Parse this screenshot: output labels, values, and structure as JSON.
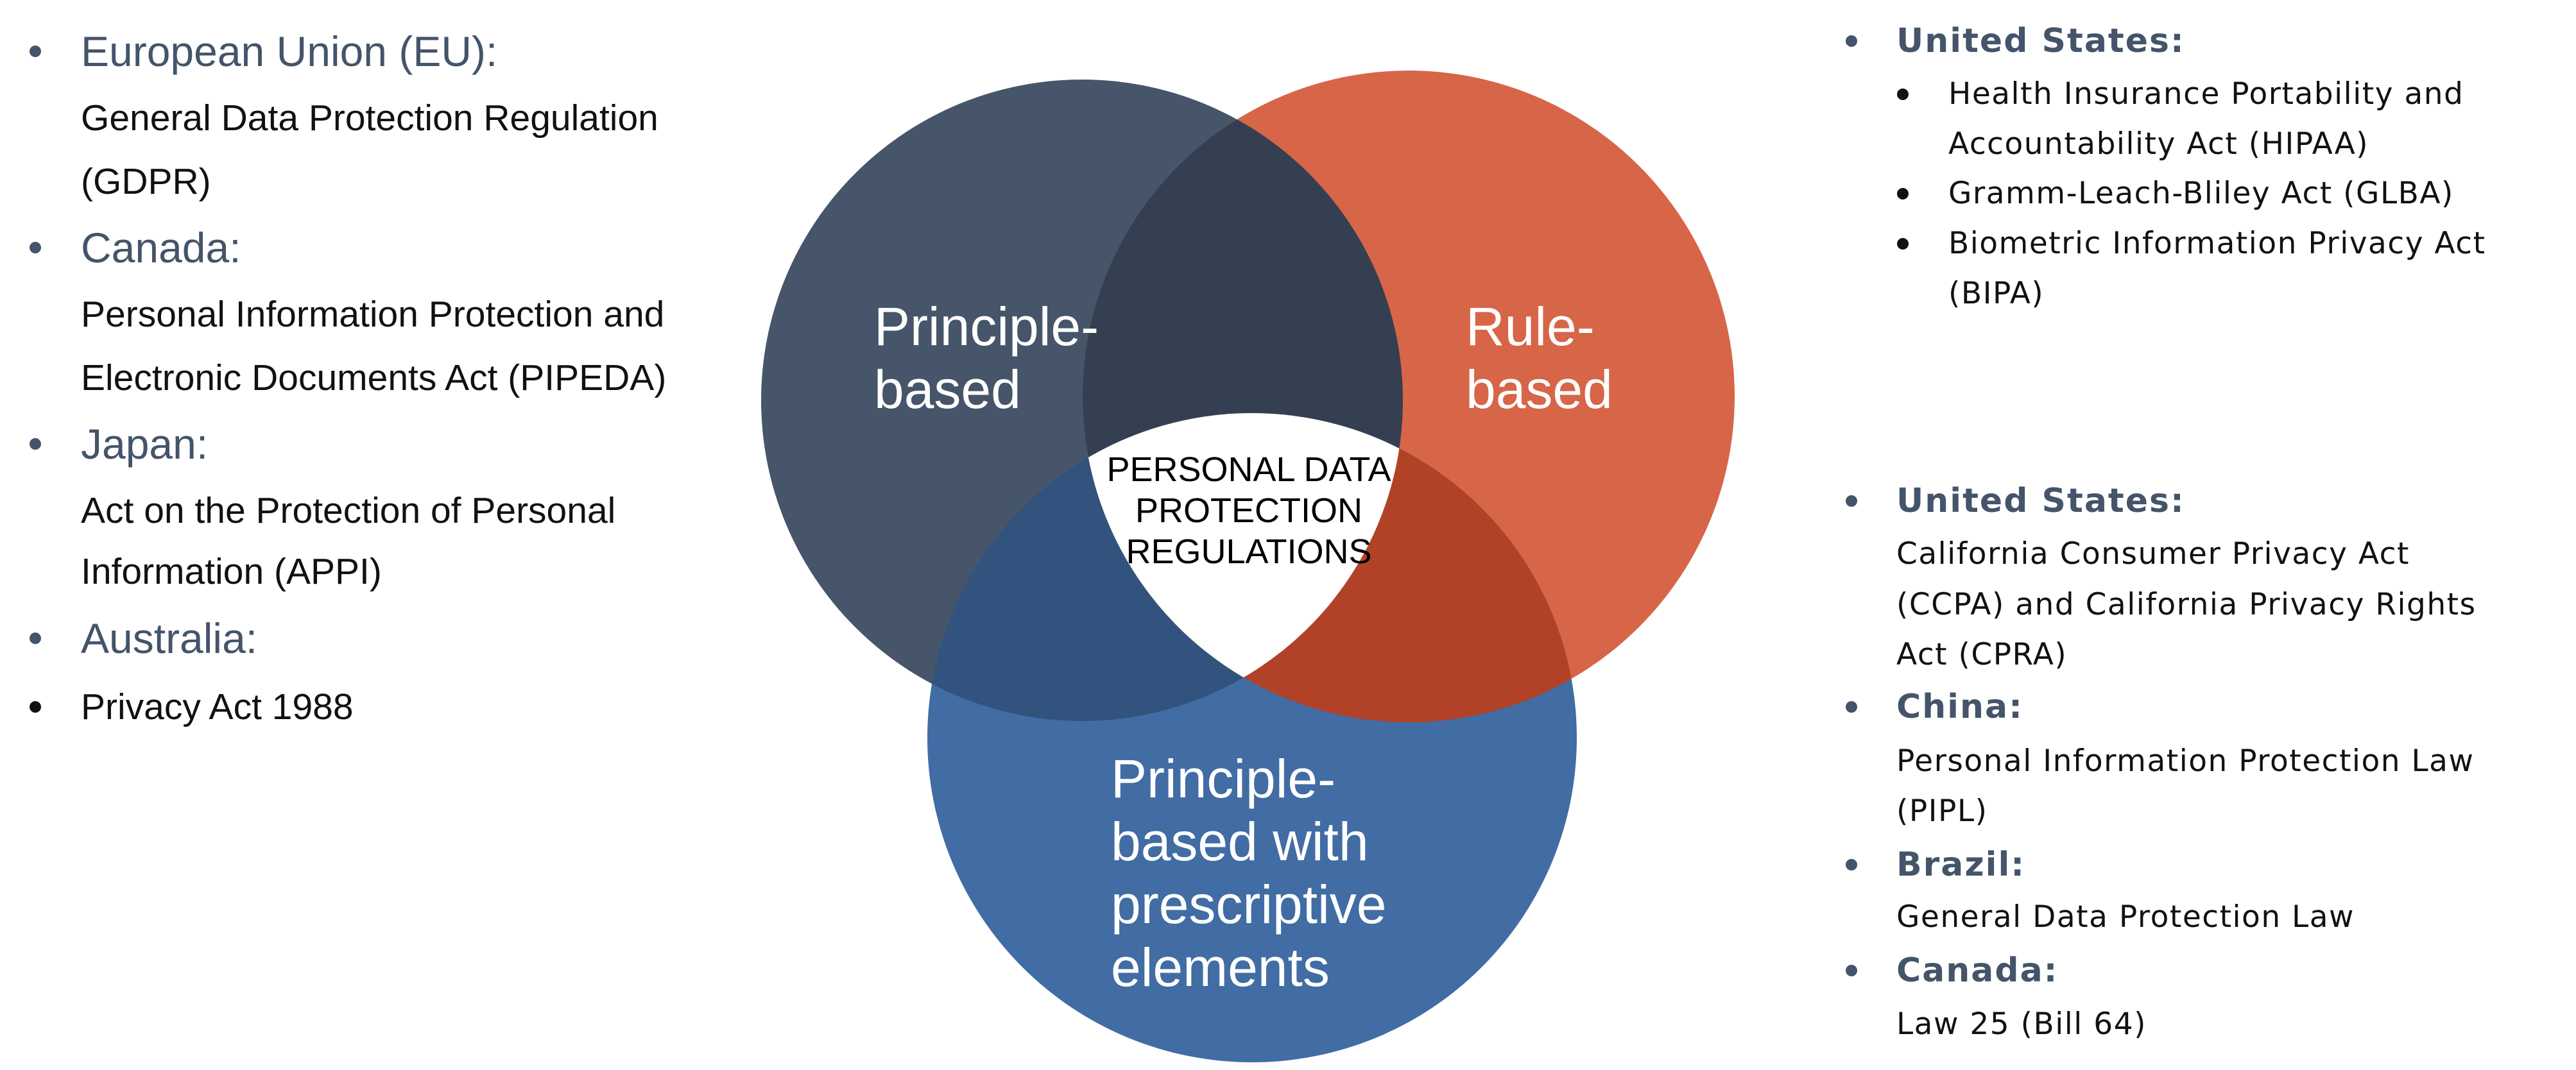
{
  "venn": {
    "colors": {
      "left": "#465569",
      "right": "#D76548",
      "bottom": "#416CA4",
      "left_right": "#343F51",
      "left_bottom": "#32537D",
      "right_bottom": "#B14227",
      "center": "#FFFFFF"
    },
    "left_label": [
      "Principle-",
      "based"
    ],
    "right_label": [
      "Rule-",
      "based"
    ],
    "bottom_label": [
      "Principle-",
      "based with",
      "prescriptive",
      "elements"
    ],
    "center_label": [
      "PERSONAL DATA",
      "PROTECTION",
      "REGULATIONS"
    ]
  },
  "left_list": [
    {
      "heading": "European Union (EU):",
      "lines": [
        "General Data Protection Regulation",
        "(GDPR)"
      ]
    },
    {
      "heading": "Canada:",
      "lines": [
        "Personal Information Protection and",
        "Electronic Documents Act (PIPEDA)"
      ]
    },
    {
      "heading": "Japan:",
      "lines": [
        "Act on the Protection of Personal",
        "Information (APPI)"
      ]
    },
    {
      "heading": "Australia:",
      "sub": [
        "Privacy Act 1988"
      ]
    }
  ],
  "right_top_list": [
    {
      "heading": "United States:",
      "sub": [
        [
          "Health Insurance Portability and",
          "Accountability Act (HIPAA)"
        ],
        [
          "Gramm-Leach-Bliley Act (GLBA)"
        ],
        [
          "Biometric Information Privacy Act",
          "(BIPA)"
        ]
      ]
    }
  ],
  "right_bottom_list": [
    {
      "heading": "United States:",
      "lines": [
        "California Consumer Privacy Act",
        "(CCPA) and California Privacy Rights",
        "Act (CPRA)"
      ]
    },
    {
      "heading": "China:",
      "lines": [
        "Personal Information Protection Law",
        "(PIPL)"
      ]
    },
    {
      "heading": "Brazil:",
      "lines": [
        "General Data Protection Law"
      ]
    },
    {
      "heading": "Canada:",
      "lines": [
        "Law 25 (Bill 64)"
      ]
    }
  ]
}
